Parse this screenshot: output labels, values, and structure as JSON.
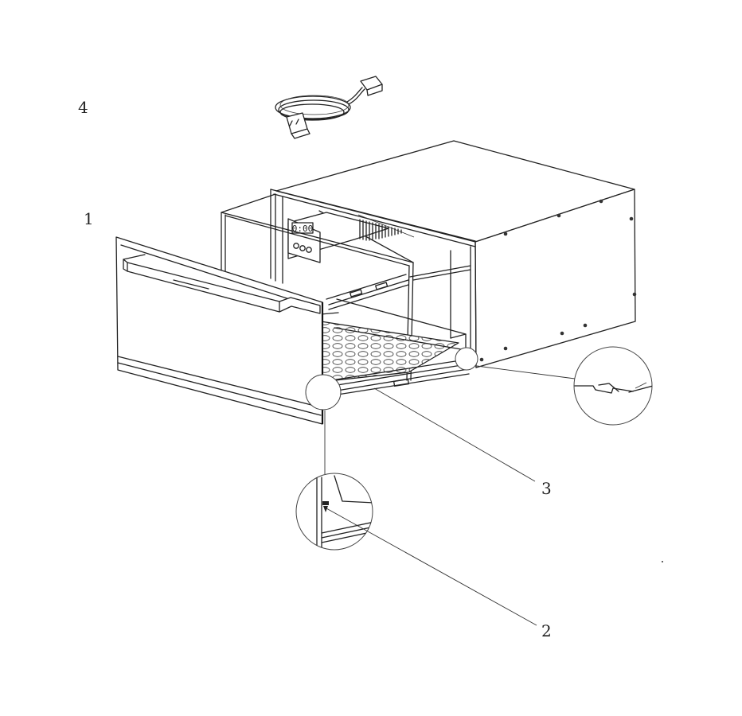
{
  "callouts": {
    "part1": "1",
    "part2": "2",
    "part3": "3",
    "part4": "4"
  },
  "display_panel": {
    "readout": "0:00"
  },
  "colors": {
    "line": "#222222",
    "background": "#ffffff"
  }
}
